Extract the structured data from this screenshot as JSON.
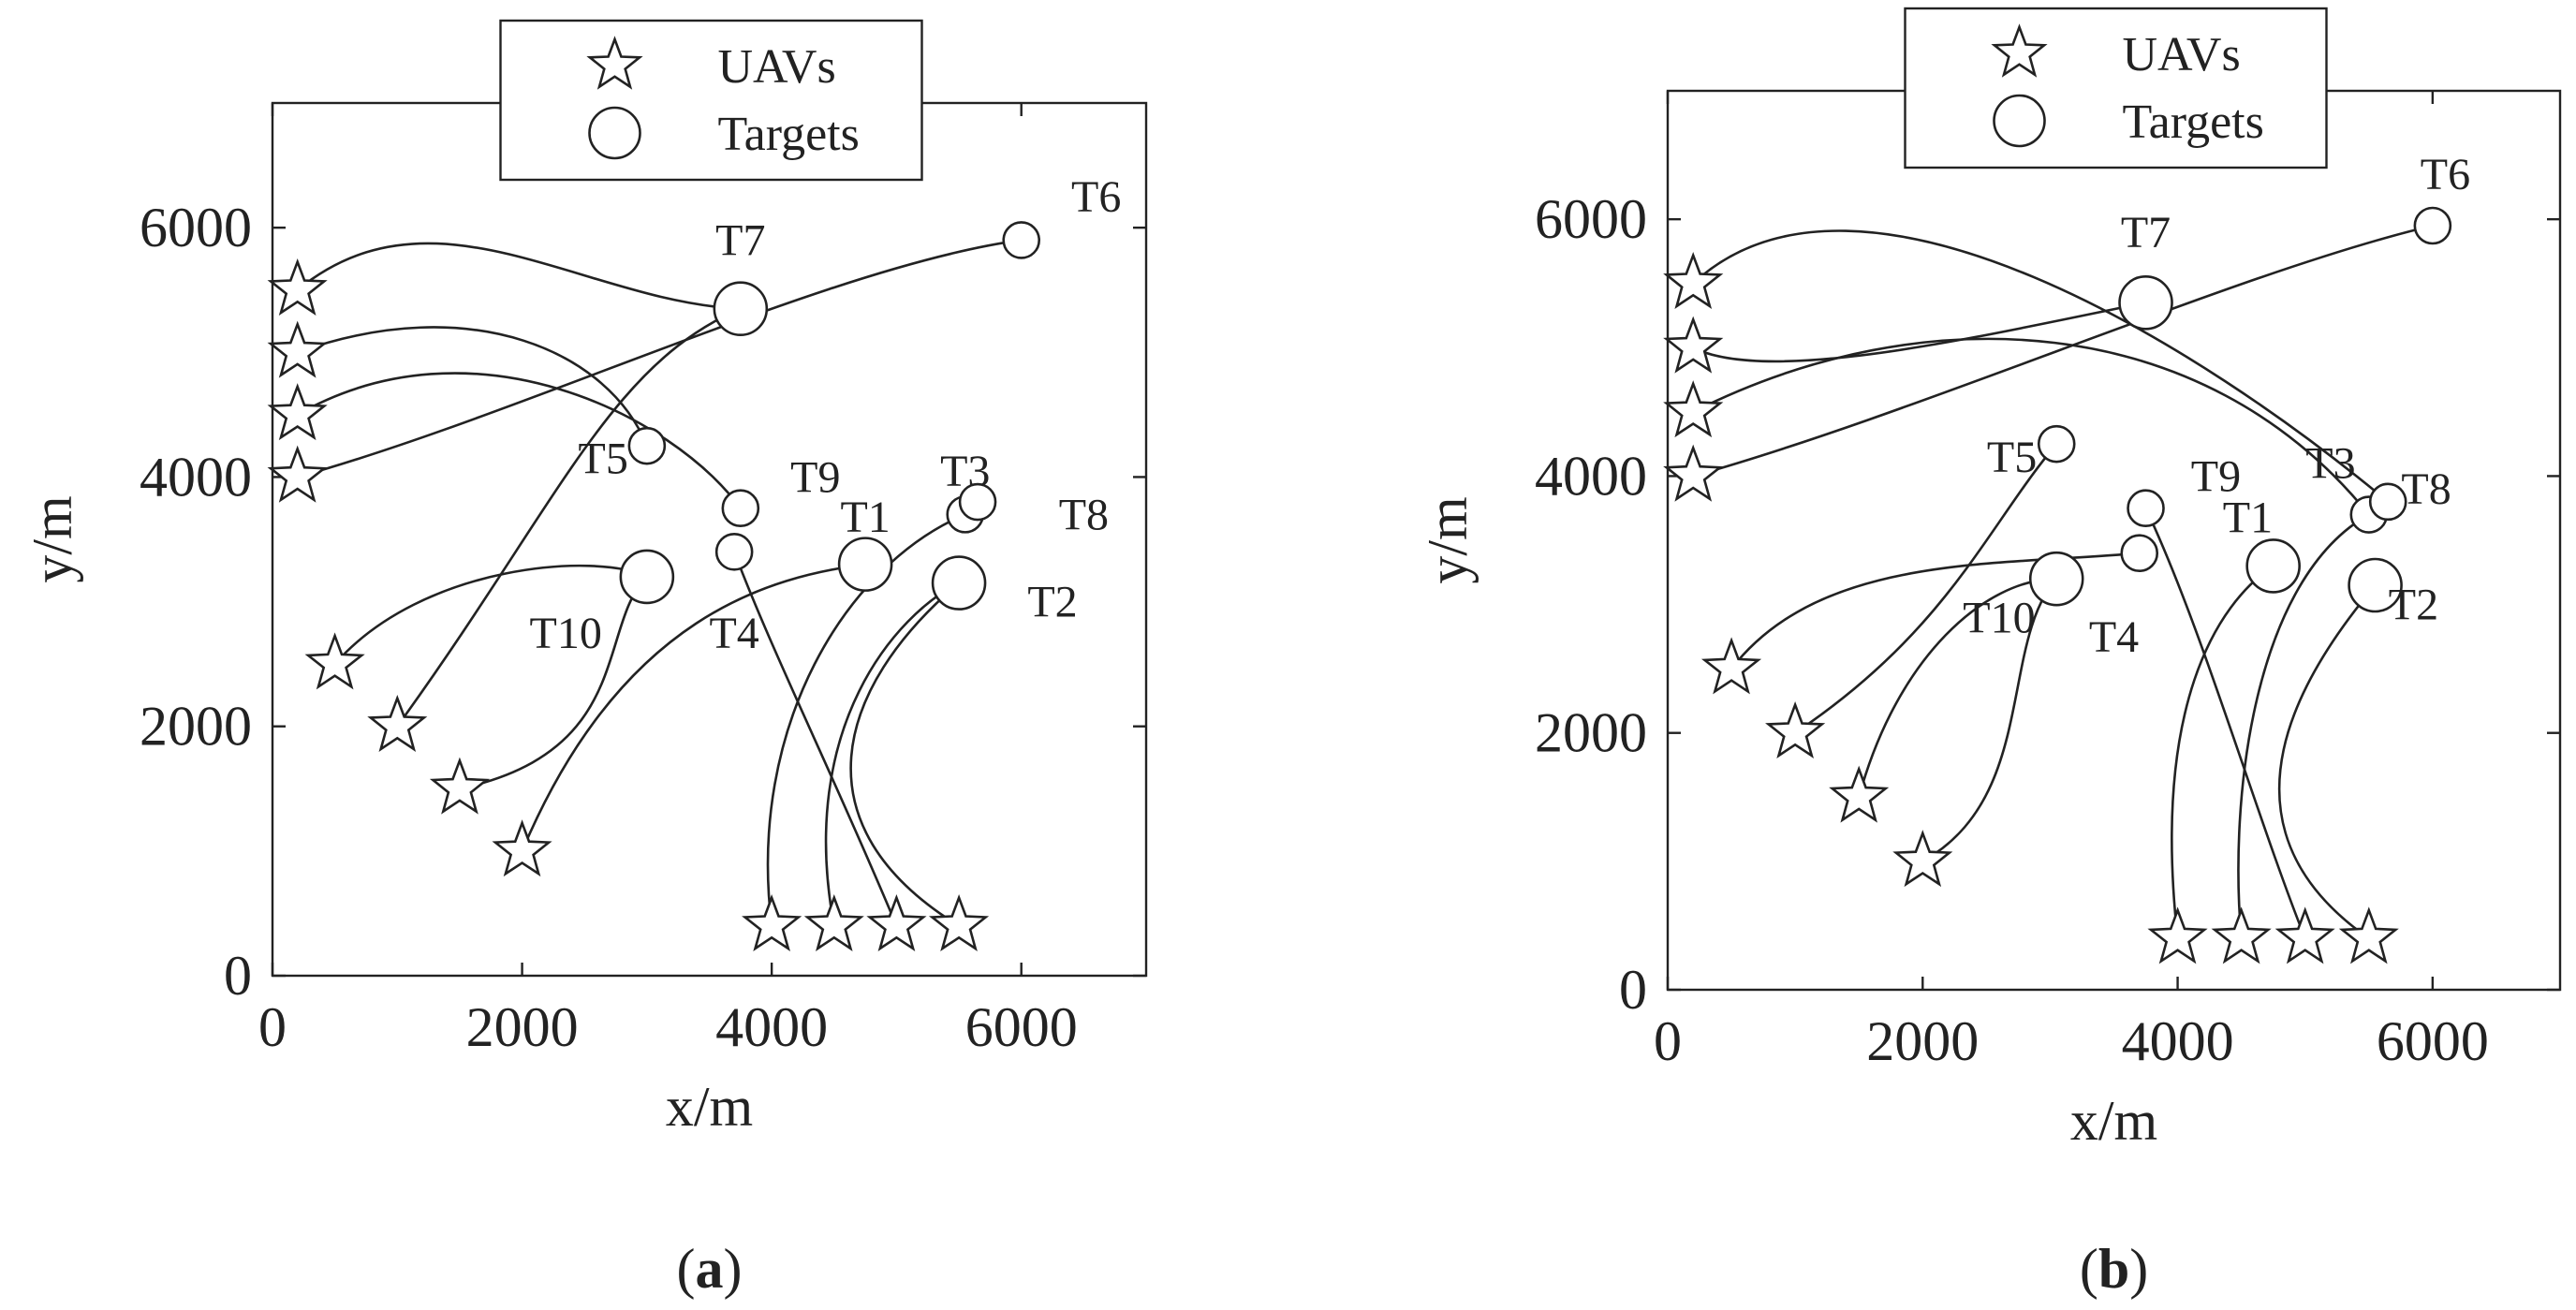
{
  "chart_data": [
    {
      "panel_label": "a",
      "type": "scatter",
      "xlabel": "x/m",
      "ylabel": "y/m",
      "xlim": [
        0,
        7000
      ],
      "ylim": [
        0,
        7000
      ],
      "xticks": [
        0,
        2000,
        4000,
        6000
      ],
      "yticks": [
        0,
        2000,
        4000,
        6000
      ],
      "legend": {
        "placement": "top-center",
        "entries": [
          "UAVs",
          "Targets"
        ]
      },
      "uavs": [
        [
          200,
          5500
        ],
        [
          200,
          5000
        ],
        [
          200,
          4500
        ],
        [
          200,
          4000
        ],
        [
          500,
          2500
        ],
        [
          1000,
          2000
        ],
        [
          1500,
          1500
        ],
        [
          2000,
          1000
        ],
        [
          4000,
          400
        ],
        [
          4500,
          400
        ],
        [
          5000,
          400
        ],
        [
          5500,
          400
        ]
      ],
      "targets": [
        {
          "label": "T1",
          "x": 4750,
          "y": 3300,
          "label_dx": 0,
          "label_dy": 380
        },
        {
          "label": "T2",
          "x": 5500,
          "y": 3150,
          "label_dx": 750,
          "label_dy": -150
        },
        {
          "label": "T3",
          "x": 5550,
          "y": 3700,
          "label_dx": 0,
          "label_dy": 350
        },
        {
          "label": "T4",
          "x": 3700,
          "y": 3400,
          "label_dx": 0,
          "label_dy": -650
        },
        {
          "label": "T5",
          "x": 3000,
          "y": 4250,
          "label_dx": -350,
          "label_dy": -100
        },
        {
          "label": "T6",
          "x": 6000,
          "y": 5900,
          "label_dx": 600,
          "label_dy": 350
        },
        {
          "label": "T7",
          "x": 3750,
          "y": 5350,
          "label_dx": 0,
          "label_dy": 550
        },
        {
          "label": "T8",
          "x": 5650,
          "y": 3800,
          "label_dx": 850,
          "label_dy": -100
        },
        {
          "label": "T9",
          "x": 3750,
          "y": 3750,
          "label_dx": 600,
          "label_dy": 250
        },
        {
          "label": "T10",
          "x": 3000,
          "y": 3200,
          "label_dx": -650,
          "label_dy": -450
        }
      ]
    },
    {
      "panel_label": "b",
      "type": "scatter",
      "xlabel": "x/m",
      "ylabel": "y/m",
      "xlim": [
        0,
        7000
      ],
      "ylim": [
        0,
        7000
      ],
      "xticks": [
        0,
        2000,
        4000,
        6000
      ],
      "yticks": [
        0,
        2000,
        4000,
        6000
      ],
      "legend": {
        "placement": "top-center",
        "entries": [
          "UAVs",
          "Targets"
        ]
      },
      "uavs": [
        [
          200,
          5500
        ],
        [
          200,
          5000
        ],
        [
          200,
          4500
        ],
        [
          200,
          4000
        ],
        [
          500,
          2500
        ],
        [
          1000,
          2000
        ],
        [
          1500,
          1500
        ],
        [
          2000,
          1000
        ],
        [
          4000,
          400
        ],
        [
          4500,
          400
        ],
        [
          5000,
          400
        ],
        [
          5500,
          400
        ]
      ],
      "targets": [
        {
          "label": "T1",
          "x": 4750,
          "y": 3300,
          "label_dx": -200,
          "label_dy": 380
        },
        {
          "label": "T2",
          "x": 5550,
          "y": 3150,
          "label_dx": 300,
          "label_dy": -150
        },
        {
          "label": "T3",
          "x": 5500,
          "y": 3700,
          "label_dx": -300,
          "label_dy": 400
        },
        {
          "label": "T4",
          "x": 3700,
          "y": 3400,
          "label_dx": -200,
          "label_dy": -650
        },
        {
          "label": "T5",
          "x": 3050,
          "y": 4250,
          "label_dx": -350,
          "label_dy": -100
        },
        {
          "label": "T6",
          "x": 6000,
          "y": 5950,
          "label_dx": 100,
          "label_dy": 400
        },
        {
          "label": "T7",
          "x": 3750,
          "y": 5350,
          "label_dx": 0,
          "label_dy": 550
        },
        {
          "label": "T8",
          "x": 5650,
          "y": 3800,
          "label_dx": 300,
          "label_dy": 100
        },
        {
          "label": "T9",
          "x": 3750,
          "y": 3750,
          "label_dx": 550,
          "label_dy": 250
        },
        {
          "label": "T10",
          "x": 3050,
          "y": 3200,
          "label_dx": -450,
          "label_dy": -300
        }
      ]
    }
  ]
}
